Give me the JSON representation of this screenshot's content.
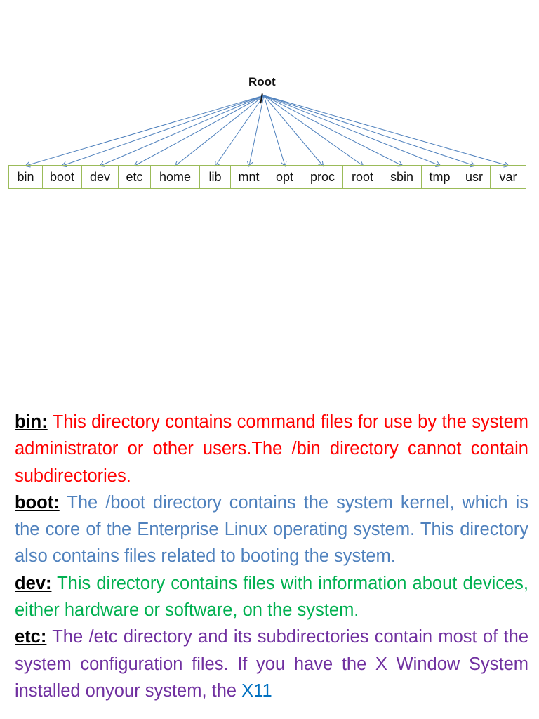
{
  "diagram": {
    "root_label": "Root",
    "root_symbol": "/",
    "line_color": "#4f81bd",
    "box_border_color": "#9bbb59",
    "directories": [
      "bin",
      "boot",
      "dev",
      "etc",
      "home",
      "lib",
      "mnt",
      "opt",
      "proc",
      "root",
      "sbin",
      "tmp",
      "usr",
      "var"
    ]
  },
  "entries": [
    {
      "term": "bin:",
      "text": "This directory contains command files for use by the system administrator or other users.The /bin directory cannot contain subdirectories.",
      "color": "#ff0000"
    },
    {
      "term": "boot:",
      "text": "The /boot directory contains the system kernel, which is the core of the Enterprise Linux operating system. This directory also contains files related to booting the system.",
      "color": "#4f81bd"
    },
    {
      "term": "dev:",
      "text": "This directory contains files with information about devices, either hardware or software, on the system.",
      "color": "#00b050"
    },
    {
      "term": "etc:",
      "text": "The /etc directory and its subdirectories contain most of the system configuration files. If you have the X Window System installed onyour system, the",
      "link": "X11",
      "color": "#7030a0"
    }
  ]
}
